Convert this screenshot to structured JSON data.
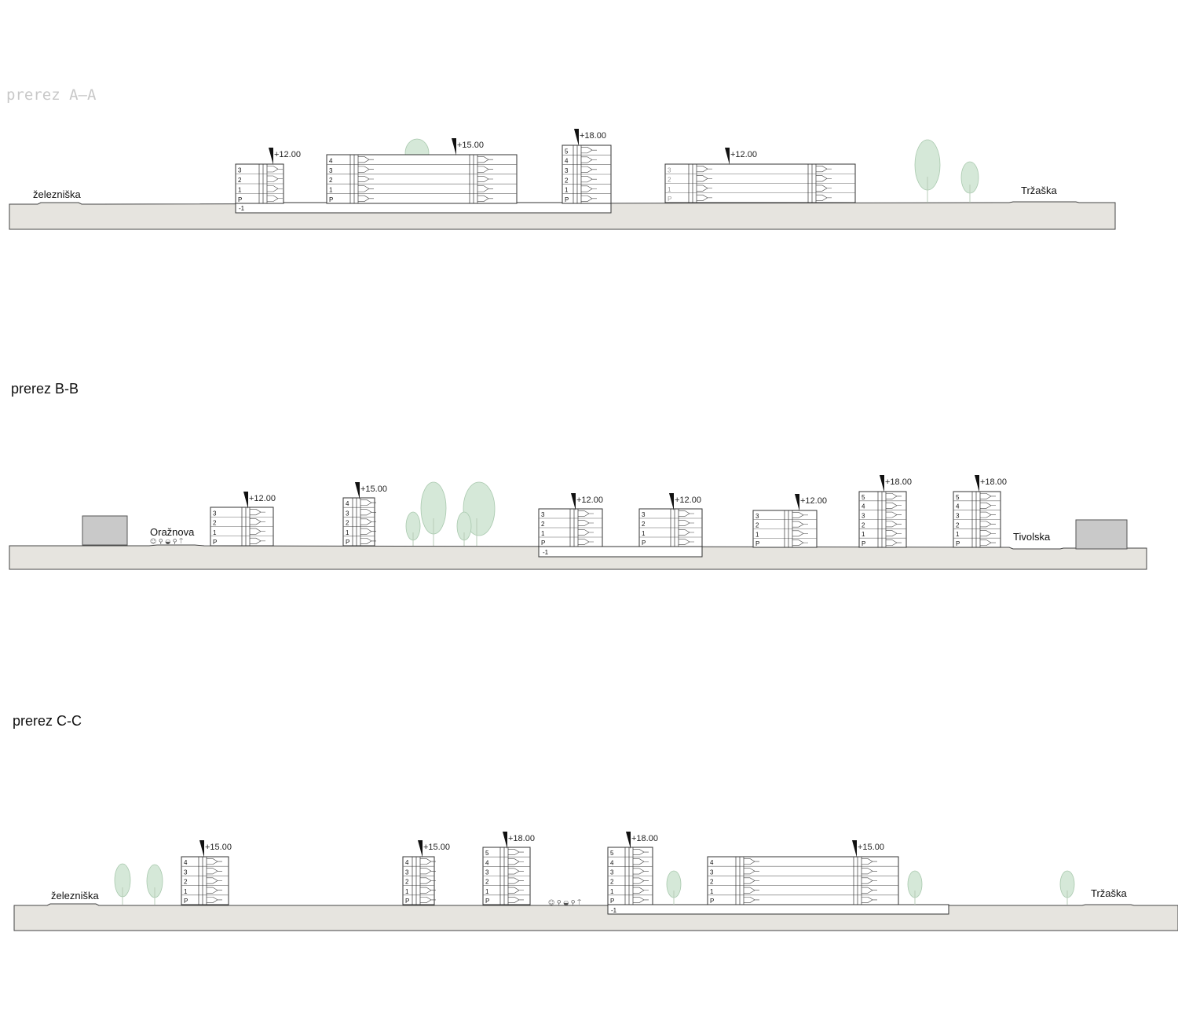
{
  "sections": [
    {
      "title": "prerez A—A",
      "streets": [
        "železniška",
        "Tržaška"
      ],
      "heights": [
        "+12.00",
        "+15.00",
        "+18.00",
        "+12.00"
      ],
      "basement_label": "-1"
    },
    {
      "title": "prerez B-B",
      "streets": [
        "Oražnova",
        "Tivolska"
      ],
      "heights": [
        "+12.00",
        "+15.00",
        "+12.00",
        "+12.00",
        "+12.00",
        "+18.00",
        "+18.00"
      ],
      "basement_label": "-1"
    },
    {
      "title": "prerez C-C",
      "streets": [
        "železniška",
        "Tržaška"
      ],
      "heights": [
        "+15.00",
        "+15.00",
        "+18.00",
        "+18.00",
        "+15.00"
      ],
      "basement_label": "-1"
    }
  ],
  "floor_labels": {
    "four_storey": [
      "3",
      "2",
      "1",
      "P"
    ],
    "five_storey": [
      "4",
      "3",
      "2",
      "1",
      "P"
    ],
    "six_storey": [
      "5",
      "4",
      "3",
      "2",
      "1",
      "P"
    ]
  },
  "colors": {
    "ground": "#e6e4df",
    "tree": "#d5e8d8",
    "neighbour_block": "#c9c9c9"
  }
}
